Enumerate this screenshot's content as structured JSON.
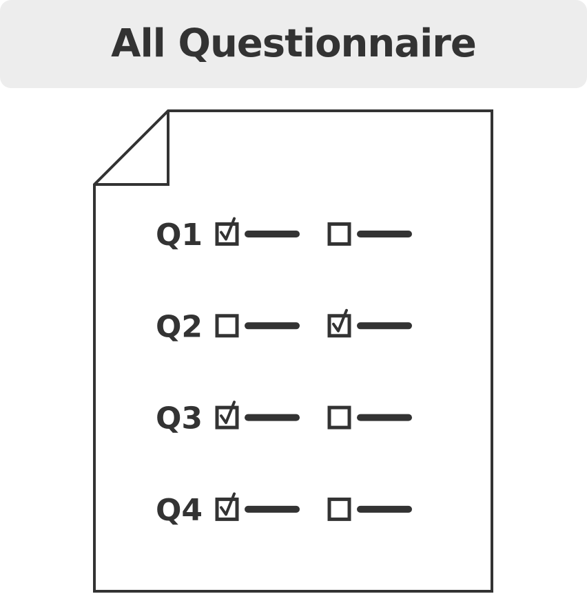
{
  "header": {
    "title": "All Questionnaire"
  },
  "colors": {
    "ink": "#333333",
    "header_bg": "#ededed",
    "paper": "#ffffff"
  },
  "questionnaire": {
    "questions": [
      {
        "label": "Q1",
        "options": [
          {
            "checked": true
          },
          {
            "checked": false
          }
        ]
      },
      {
        "label": "Q2",
        "options": [
          {
            "checked": false
          },
          {
            "checked": true
          }
        ]
      },
      {
        "label": "Q3",
        "options": [
          {
            "checked": true
          },
          {
            "checked": false
          }
        ]
      },
      {
        "label": "Q4",
        "options": [
          {
            "checked": true
          },
          {
            "checked": false
          }
        ]
      }
    ]
  },
  "icons": {
    "document": "document-icon",
    "folded_corner": "folded-corner-icon",
    "checkbox_checked": "checkbox-checked-icon",
    "checkbox_empty": "checkbox-empty-icon"
  }
}
